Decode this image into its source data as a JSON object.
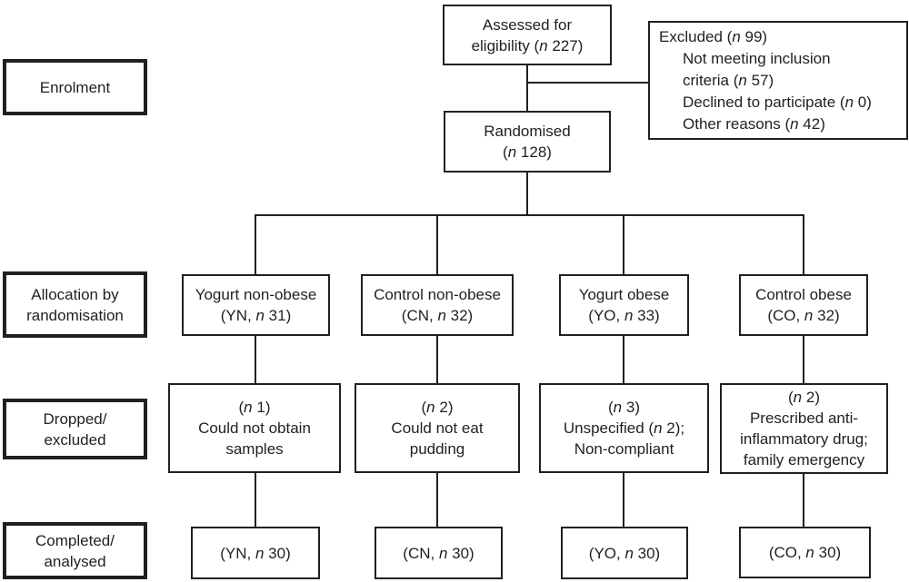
{
  "diagram": {
    "colors": {
      "line": "#231f20",
      "background": "#ffffff"
    },
    "stages": {
      "enrolment": [
        [
          "Enrolment"
        ]
      ],
      "allocation": [
        [
          "Allocation by"
        ],
        [
          "randomisation"
        ]
      ],
      "dropped": [
        [
          "Dropped/"
        ],
        [
          "excluded"
        ]
      ],
      "completed": [
        [
          "Completed/"
        ],
        [
          "analysed"
        ]
      ]
    },
    "assessed": [
      [
        "Assessed for"
      ],
      [
        "eligibility (",
        {
          "i": "n"
        },
        " 227)"
      ]
    ],
    "excluded": {
      "title": [
        "Excluded (",
        {
          "i": "n"
        },
        " 99)"
      ],
      "reason_lines": [
        [
          "Not meeting inclusion"
        ],
        [
          "criteria (",
          {
            "i": "n"
          },
          " 57)"
        ],
        [
          "Declined to participate (",
          {
            "i": "n"
          },
          " 0)"
        ],
        [
          "Other reasons (",
          {
            "i": "n"
          },
          " 42)"
        ]
      ]
    },
    "randomised": [
      [
        "Randomised"
      ],
      [
        "(",
        {
          "i": "n"
        },
        " 128)"
      ]
    ],
    "arms": [
      {
        "name": "yogurt-non-obese",
        "allocation": [
          [
            "Yogurt non-obese"
          ],
          [
            "(YN, ",
            {
              "i": "n"
            },
            " 31)"
          ]
        ],
        "dropped": [
          [
            "(",
            {
              "i": "n"
            },
            " 1)"
          ],
          [
            "Could not obtain"
          ],
          [
            "samples"
          ]
        ],
        "completed": [
          [
            "(YN, ",
            {
              "i": "n"
            },
            " 30)"
          ]
        ]
      },
      {
        "name": "control-non-obese",
        "allocation": [
          [
            "Control non-obese"
          ],
          [
            "(CN, ",
            {
              "i": "n"
            },
            " 32)"
          ]
        ],
        "dropped": [
          [
            "(",
            {
              "i": "n"
            },
            " 2)"
          ],
          [
            "Could not eat"
          ],
          [
            "pudding"
          ]
        ],
        "completed": [
          [
            "(CN, ",
            {
              "i": "n"
            },
            " 30)"
          ]
        ]
      },
      {
        "name": "yogurt-obese",
        "allocation": [
          [
            "Yogurt obese"
          ],
          [
            "(YO, ",
            {
              "i": "n"
            },
            " 33)"
          ]
        ],
        "dropped": [
          [
            "(",
            {
              "i": "n"
            },
            " 3)"
          ],
          [
            "Unspecified (",
            {
              "i": "n"
            },
            " 2);"
          ],
          [
            "Non-compliant"
          ]
        ],
        "completed": [
          [
            "(YO, ",
            {
              "i": "n"
            },
            " 30)"
          ]
        ]
      },
      {
        "name": "control-obese",
        "allocation": [
          [
            "Control obese"
          ],
          [
            "(CO, ",
            {
              "i": "n"
            },
            " 32)"
          ]
        ],
        "dropped": [
          [
            "(",
            {
              "i": "n"
            },
            " 2)"
          ],
          [
            "Prescribed anti-"
          ],
          [
            "inflammatory drug;"
          ],
          [
            "family emergency"
          ]
        ],
        "completed": [
          [
            "(CO, ",
            {
              "i": "n"
            },
            " 30)"
          ]
        ]
      }
    ]
  }
}
